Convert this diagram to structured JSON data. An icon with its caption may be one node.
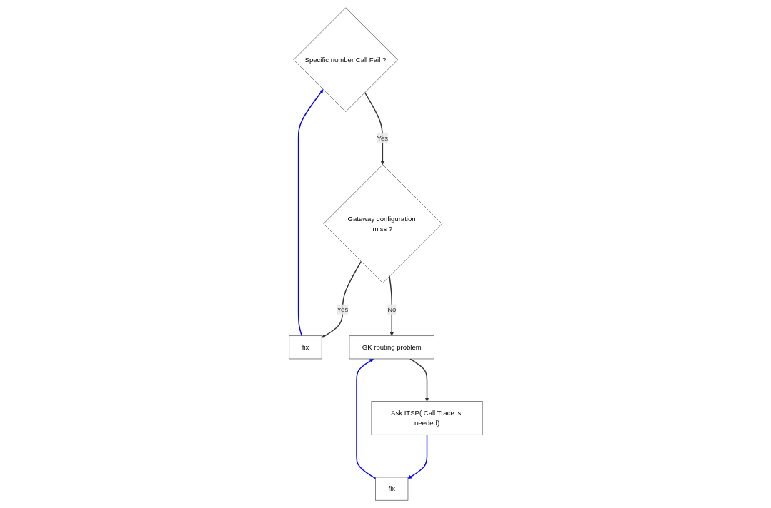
{
  "diagram": {
    "nodes": [
      {
        "text": [
          "Specific number Call Fail ?"
        ]
      },
      {
        "text": [
          "Gateway configuration miss ?"
        ]
      },
      {
        "text": [
          "fix"
        ]
      },
      {
        "text": [
          "GK routing problem"
        ]
      },
      {
        "text": [
          "Ask ITSP( Call Trace is needed)"
        ]
      },
      {
        "text": [
          "fix"
        ]
      }
    ],
    "edges": [
      {
        "from": 0,
        "to": 1,
        "arrow": "to",
        "label": "Yes"
      },
      {
        "from": 1,
        "to": 2,
        "arrow": "to",
        "label": "Yes"
      },
      {
        "from": 2,
        "to": 0,
        "arrow": "to",
        "color": "#0000ff"
      },
      {
        "from": 1,
        "to": 3,
        "arrow": "to",
        "label": "No"
      },
      {
        "from": 3,
        "to": 4,
        "arrow": "to"
      },
      {
        "from": 4,
        "to": 5,
        "arrow": "to",
        "color": "#0000ff"
      },
      {
        "from": 5,
        "to": 3,
        "arrow": "to",
        "color": "#0000ff"
      }
    ]
  }
}
